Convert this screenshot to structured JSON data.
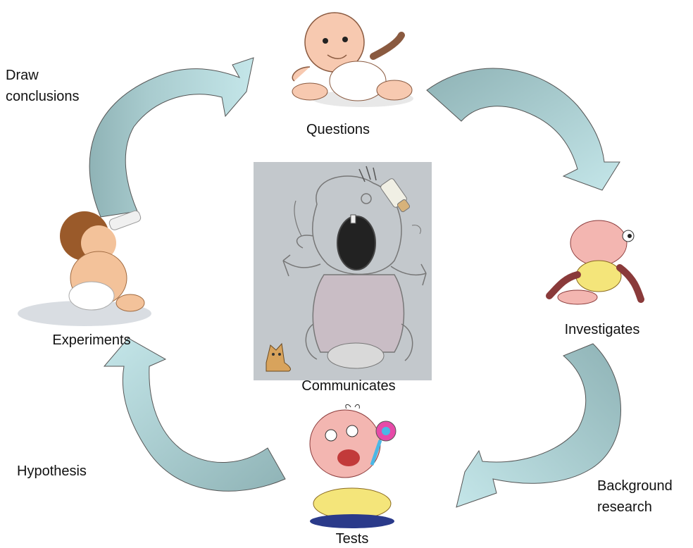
{
  "diagram": {
    "stages": {
      "questions": "Questions",
      "investigates": "Investigates",
      "background_research": [
        "Background",
        "research"
      ],
      "tests": "Tests",
      "hypothesis": "Hypothesis",
      "experiments": "Experiments",
      "draw_conclusions": [
        "Draw",
        "conclusions"
      ],
      "communicates": "Communicates"
    },
    "colors": {
      "arrow_light": "#bfe3e6",
      "arrow_dark": "#8fb3b6",
      "center_panel": "#c3c8cc",
      "baby_skin": "#f7c9b0",
      "baby_pink": "#f3b6b1",
      "diaper_yellow": "#f4e57a"
    },
    "icons": [
      "baby-sitting-icon",
      "baby-crawling-icon",
      "baby-rattle-icon",
      "baby-bottle-icon",
      "crying-baby-drawing-icon",
      "cat-icon"
    ]
  }
}
